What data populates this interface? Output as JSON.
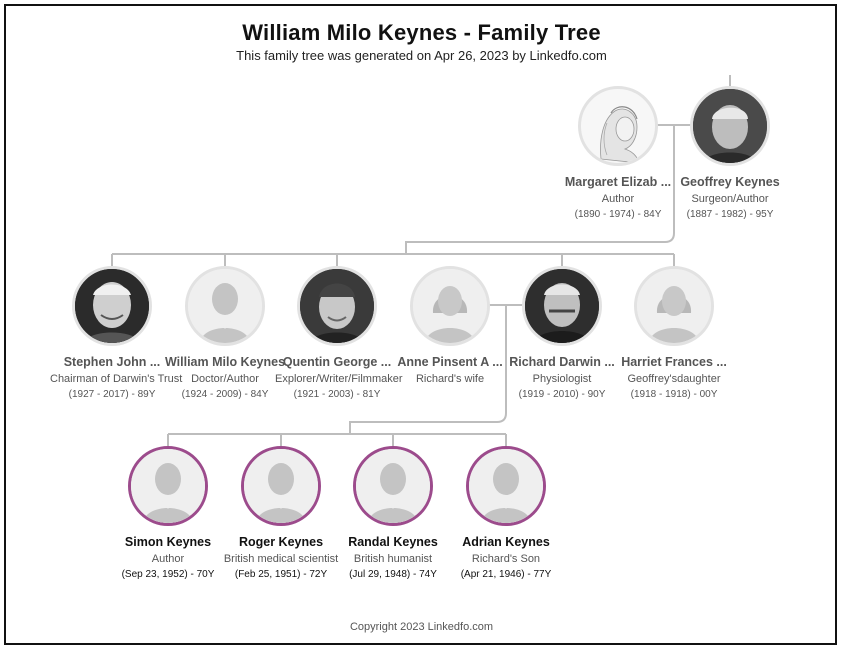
{
  "header": {
    "title": "William Milo Keynes - Family Tree",
    "subtitle": "This family tree was generated on Apr 26, 2023 by Linkedfo.com"
  },
  "footer": {
    "copyright": "Copyright 2023 Linkedfo.com"
  },
  "colors": {
    "connector": "#bdbdbd",
    "child_ring": "#9c4b8c",
    "ring": "#e2e2e2"
  },
  "people": {
    "margaret": {
      "name": "Margaret Elizab ...",
      "role": "Author",
      "dates": "(1890 - 1974) - 84Y",
      "icon": "portrait-sketch-woman-icon"
    },
    "geoffrey": {
      "name": "Geoffrey Keynes",
      "role": "Surgeon/Author",
      "dates": "(1887 - 1982) - 95Y",
      "icon": "portrait-photo-man-icon"
    },
    "stephen": {
      "name": "Stephen John ...",
      "role": "Chairman of Darwin's Trust",
      "dates": "(1927 - 2017) - 89Y",
      "icon": "portrait-photo-man-icon"
    },
    "william": {
      "name": "William Milo Keynes",
      "role": "Doctor/Author",
      "dates": "(1924 - 2009) - 84Y",
      "icon": "male-avatar-placeholder-icon"
    },
    "quentin": {
      "name": "Quentin George ...",
      "role": "Explorer/Writer/Filmmaker",
      "dates": "(1921 - 2003) - 81Y",
      "icon": "portrait-photo-man-icon"
    },
    "anne": {
      "name": "Anne Pinsent A ...",
      "role": "Richard's wife",
      "dates": "",
      "icon": "female-avatar-placeholder-icon"
    },
    "richard": {
      "name": "Richard Darwin ...",
      "role": "Physiologist",
      "dates": "(1919 - 2010) - 90Y",
      "icon": "portrait-photo-man-icon"
    },
    "harriet": {
      "name": "Harriet Frances ...",
      "role": "Geoffrey'sdaughter",
      "dates": "(1918 - 1918) - 00Y",
      "icon": "female-avatar-placeholder-icon"
    },
    "simon": {
      "name": "Simon Keynes",
      "role": "Author",
      "dates": "(Sep 23, 1952) - 70Y",
      "icon": "male-avatar-placeholder-icon"
    },
    "roger": {
      "name": "Roger Keynes",
      "role": "British medical scientist",
      "dates": "(Feb 25, 1951) - 72Y",
      "icon": "male-avatar-placeholder-icon"
    },
    "randal": {
      "name": "Randal Keynes",
      "role": "British humanist",
      "dates": "(Jul 29, 1948) - 74Y",
      "icon": "male-avatar-placeholder-icon"
    },
    "adrian": {
      "name": "Adrian Keynes",
      "role": "Richard's Son",
      "dates": "(Apr 21, 1946) - 77Y",
      "icon": "male-avatar-placeholder-icon"
    }
  }
}
